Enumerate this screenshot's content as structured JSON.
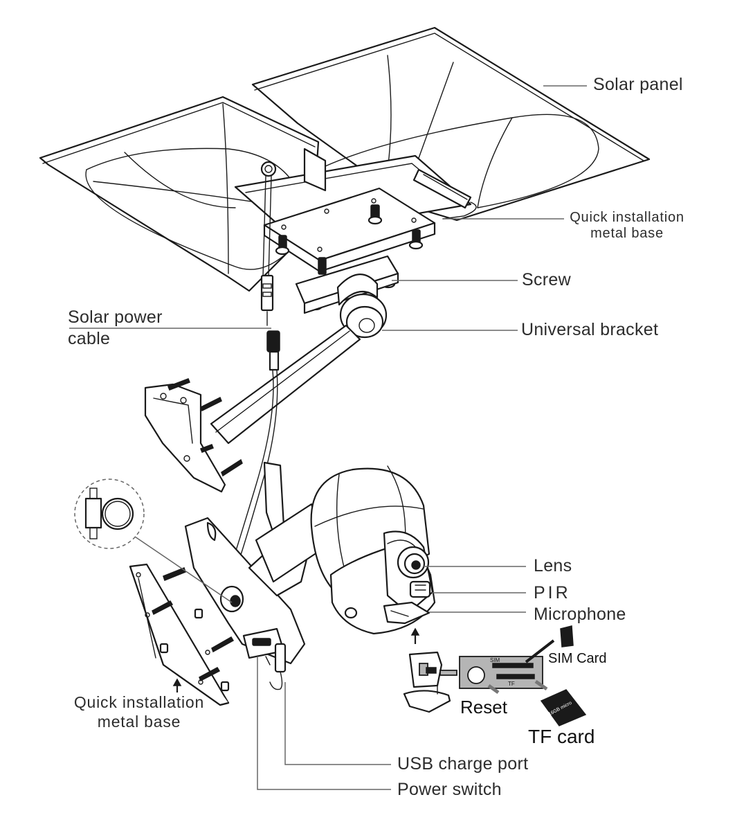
{
  "labels": {
    "solar_panel": "Solar panel",
    "quick_base_top_line1": "Quick installation",
    "quick_base_top_line2": "metal base",
    "screw": "Screw",
    "solar_power_cable_line1": "Solar power",
    "solar_power_cable_line2": "cable",
    "universal_bracket": "Universal bracket",
    "lens": "Lens",
    "pir": "PIR",
    "microphone": "Microphone",
    "sim_card": "SIM Card",
    "reset": "Reset",
    "tf_card": "TF card",
    "quick_base_bottom_line1": "Quick installation",
    "quick_base_bottom_line2": "metal base",
    "usb_charge_port": "USB charge port",
    "power_switch": "Power switch"
  },
  "slot_labels": {
    "sim": "SIM",
    "tf": "TF"
  },
  "icons": [
    "camera-icon",
    "solar-panel-icon",
    "sd-card-icon",
    "sim-card-icon",
    "screw-icon"
  ]
}
